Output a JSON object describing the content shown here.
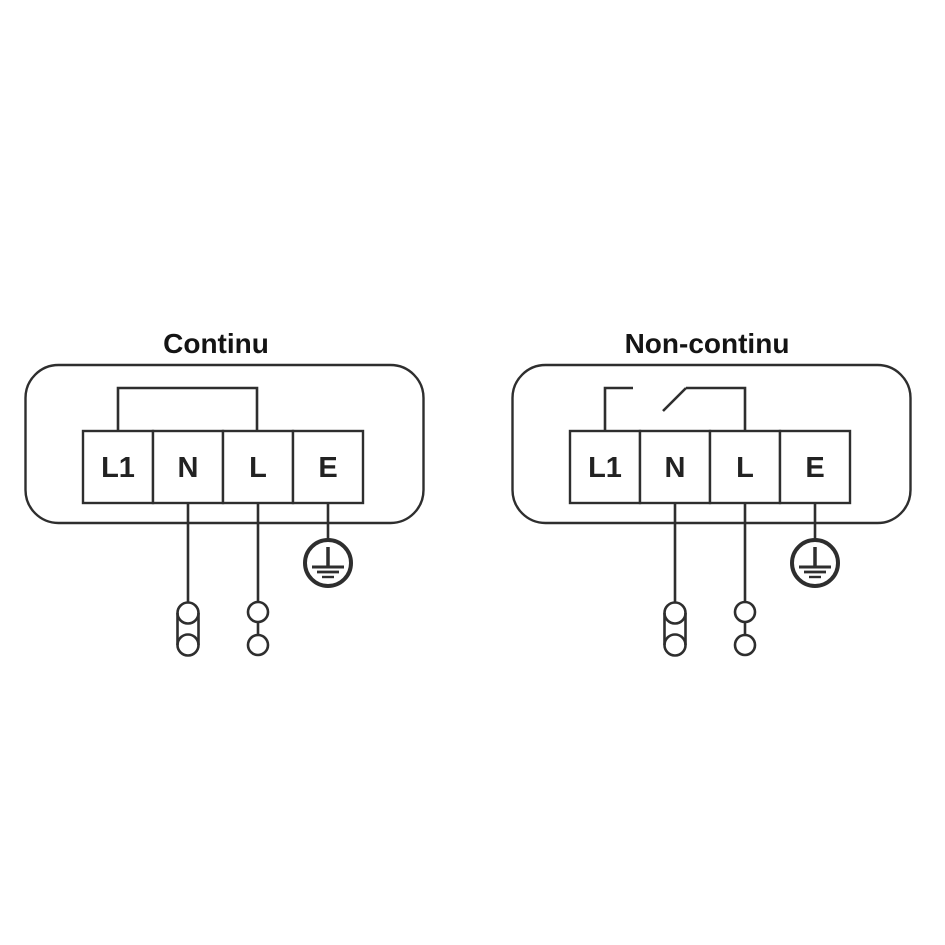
{
  "colors": {
    "background": "#ffffff",
    "line": "#2e2e2e",
    "title": "#141414",
    "terminal_label": "#222222"
  },
  "diagrams": [
    {
      "id": "continu",
      "title": "Continu",
      "terminals": [
        "L1",
        "N",
        "L",
        "E"
      ],
      "l1_to_l_link": "solid-bridge",
      "earth_symbol": "protective-earth-in-circle"
    },
    {
      "id": "non-continu",
      "title": "Non-continu",
      "terminals": [
        "L1",
        "N",
        "L",
        "E"
      ],
      "l1_to_l_link": "open-switch",
      "earth_symbol": "protective-earth-in-circle"
    }
  ]
}
